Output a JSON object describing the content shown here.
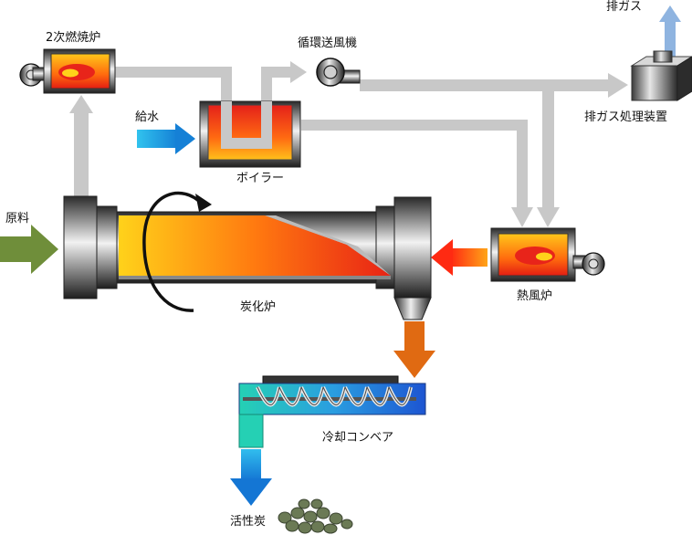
{
  "labels": {
    "secondary_combustion": "2次燃焼炉",
    "circulation_fan": "循環送風機",
    "exhaust_gas": "排ガス",
    "exhaust_treatment": "排ガス処理装置",
    "water_supply": "給水",
    "boiler": "ボイラー",
    "raw_material": "原料",
    "carbonization_furnace": "炭化炉",
    "hot_air_furnace": "熱風炉",
    "cooling_conveyor": "冷却コンベア",
    "activated_carbon": "活性炭"
  },
  "colors": {
    "pipe": "#c8c8c8",
    "exhaust_arrow": "#8fb4e0",
    "water_arrow": "#1fa3e0",
    "raw_arrow": "#6f8e3a",
    "discharge_arrow": "#e06a12",
    "carbon_arrow": "#1e8fe0",
    "furnace_red": "#e8241a",
    "furnace_yellow": "#ffd21a"
  }
}
